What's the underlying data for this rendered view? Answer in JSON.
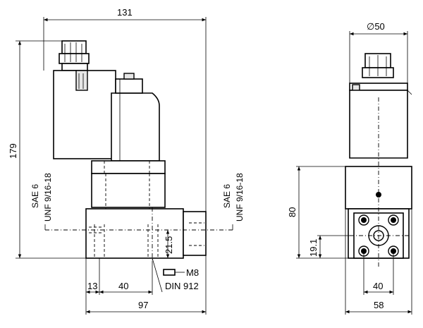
{
  "side_view": {
    "width_top": "131",
    "height_total": "179",
    "port_left_size": "SAE 6",
    "port_left_thread": "UNF 9/16-18",
    "port_right_size": "SAE 6",
    "port_right_thread": "UNF 9/16-18",
    "port_height": "21.5",
    "bolt_size": "M8",
    "bolt_standard": "DIN 912",
    "offset_left": "13",
    "bolt_spacing": "40",
    "width_base": "97"
  },
  "front_view": {
    "coil_diameter": "∅50",
    "body_height": "80",
    "port_offset": "19.1",
    "bolt_spacing": "40",
    "width_base": "58"
  }
}
